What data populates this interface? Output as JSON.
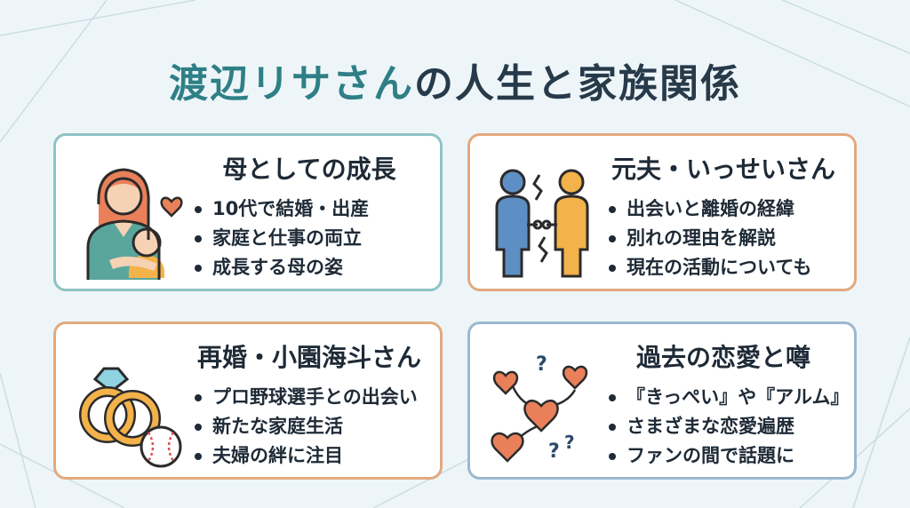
{
  "title": {
    "accent": "渡辺リサさん",
    "rest": "の人生と家族関係"
  },
  "colors": {
    "title_accent": "#2e7f86",
    "title_dark": "#273a4a",
    "teal_border": "#8ec3c7",
    "orange_border": "#e3a97e",
    "blue_border": "#9cb8cf",
    "heart": "#e9805a"
  },
  "cards": [
    {
      "title": "母としての成長",
      "icon": "mother-baby-icon",
      "bullets": [
        "10代で結婚・出産",
        "家庭と仕事の両立",
        "成長する母の姿"
      ]
    },
    {
      "title": "元夫・いっせいさん",
      "icon": "broken-link-couple-icon",
      "bullets": [
        "出会いと離婚の経緯",
        "別れの理由を解説",
        "現在の活動についても"
      ]
    },
    {
      "title": "再婚・小園海斗さん",
      "icon": "rings-baseball-icon",
      "bullets": [
        "プロ野球選手との出会い",
        "新たな家庭生活",
        "夫婦の絆に注目"
      ]
    },
    {
      "title": "過去の恋愛と噂",
      "icon": "hearts-question-icon",
      "bullets": [
        "『きっぺい』や『アルム』",
        "さまざまな恋愛遍歴",
        "ファンの間で話題に"
      ]
    }
  ]
}
